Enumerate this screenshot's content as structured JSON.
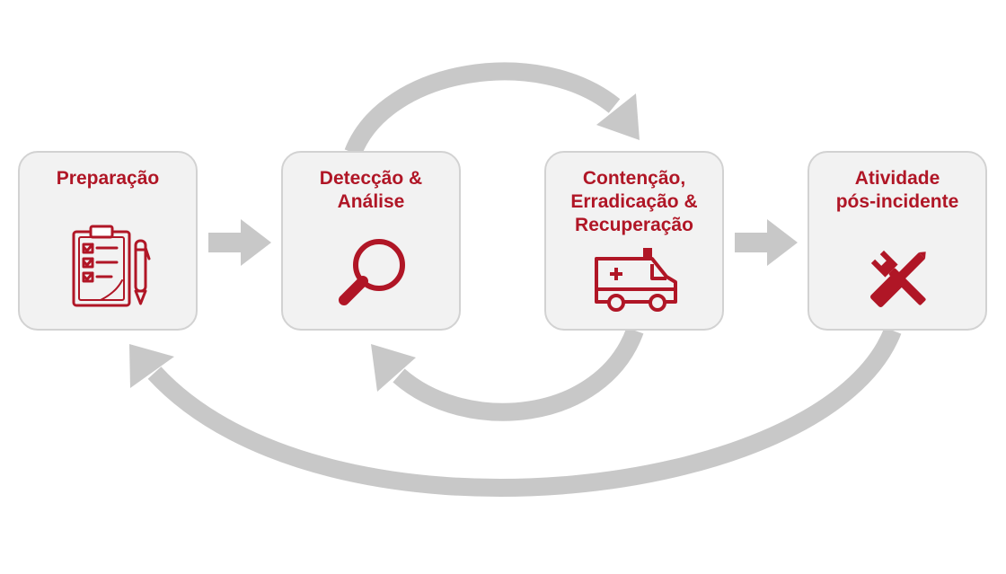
{
  "colors": {
    "accent": "#b01626",
    "box_fill": "#f2f2f2",
    "box_border": "#d2d2d2",
    "arrow": "#c8c8c8"
  },
  "stages": [
    {
      "lines": [
        "Preparação"
      ],
      "icon": "clipboard-checklist-icon"
    },
    {
      "lines": [
        "Detecção &",
        "Análise"
      ],
      "icon": "magnifier-icon"
    },
    {
      "lines": [
        "Contenção,",
        "Erradicação &",
        "Recuperação"
      ],
      "icon": "ambulance-icon"
    },
    {
      "lines": [
        "Atividade",
        "pós-incidente"
      ],
      "icon": "wrench-screwdriver-icon"
    }
  ],
  "arrows": [
    {
      "from": "Preparação",
      "to": "Detecção & Análise",
      "kind": "straight"
    },
    {
      "from": "Detecção & Análise",
      "to": "Contenção, Erradicação & Recuperação",
      "kind": "loop-over"
    },
    {
      "from": "Contenção, Erradicação & Recuperação",
      "to": "Detecção & Análise",
      "kind": "loop-under"
    },
    {
      "from": "Contenção, Erradicação & Recuperação",
      "to": "Atividade pós-incidente",
      "kind": "straight"
    },
    {
      "from": "Atividade pós-incidente",
      "to": "Preparação",
      "kind": "loop-under"
    }
  ]
}
